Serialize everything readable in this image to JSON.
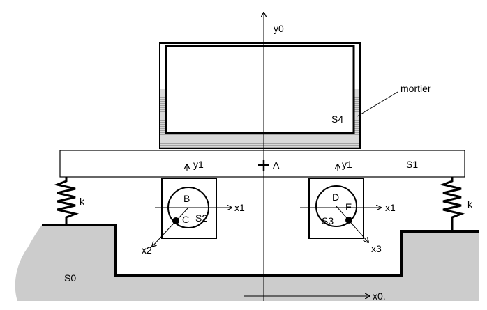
{
  "labels": {
    "y0": "y0",
    "x0": "x0.",
    "mortier": "mortier",
    "s4": "S4",
    "s1": "S1",
    "s0": "S0",
    "a": "A",
    "y1_left": "y1",
    "y1_right": "y1",
    "x1_left": "x1",
    "x1_right": "x1",
    "k_left": "k",
    "k_right": "k",
    "b": "B",
    "c": "C",
    "s2": "S2",
    "d": "D",
    "e": "E",
    "s3": "S3",
    "x2": "x2",
    "x3": "x3"
  },
  "colors": {
    "ground": "#cccccc",
    "stroke": "#000000",
    "mortar": "#bfbfbf"
  }
}
